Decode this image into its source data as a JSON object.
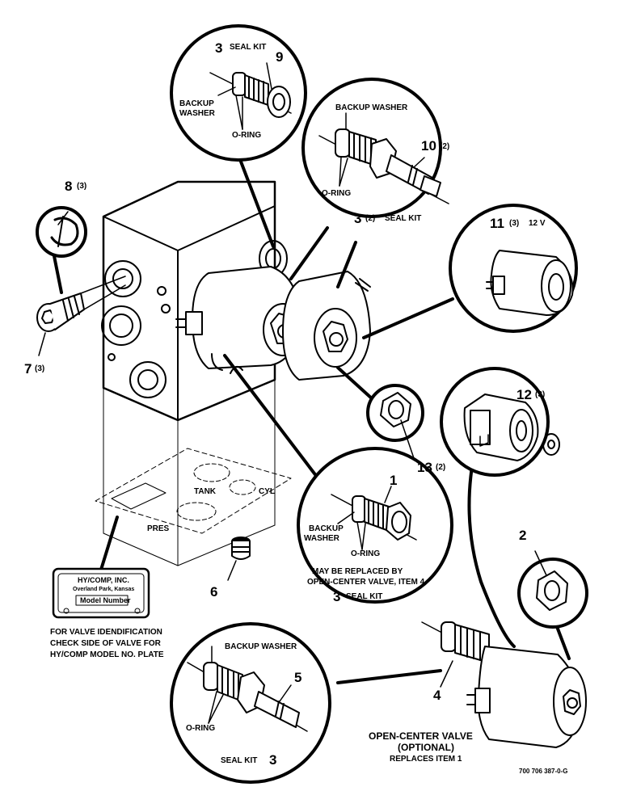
{
  "callouts": {
    "top_seal": {
      "kit_num": "3",
      "kit_label": "SEAL KIT",
      "item": "9",
      "backup_washer_1": "BACKUP",
      "backup_washer_2": "WASHER",
      "o_ring": "O-RING"
    },
    "valve10": {
      "backup_washer": "BACKUP WASHER",
      "item": "10",
      "qty": "(2)",
      "o_ring": "O-RING",
      "kit_num": "3",
      "kit_qty": "(2)",
      "kit_label": "SEAL KIT"
    },
    "coil11": {
      "item": "11",
      "qty": "(3)",
      "voltage": "12 V"
    },
    "plug8": {
      "item": "8",
      "qty": "(3)"
    },
    "plug7": {
      "item": "7",
      "qty": "(3)"
    },
    "nut13": {
      "item": "13",
      "qty": "(2)"
    },
    "coil12": {
      "item": "12",
      "qty": "(3)"
    },
    "valve1": {
      "item": "1",
      "backup_washer_1": "BACKUP",
      "backup_washer_2": "WASHER",
      "o_ring": "O-RING",
      "note_1": "MAY BE REPLACED BY",
      "note_2": "OPEN-CENTER VALVE, ITEM 4",
      "kit_num": "3",
      "kit_label": "SEAL KIT"
    },
    "nut2": {
      "item": "2"
    },
    "plug6": {
      "item": "6"
    },
    "valve5": {
      "backup_washer": "BACKUP WASHER",
      "item": "5",
      "o_ring": "O-RING",
      "kit_label": "SEAL KIT",
      "kit_num": "3"
    },
    "valve4": {
      "item": "4",
      "title_1": "OPEN-CENTER VALVE",
      "title_2": "(OPTIONAL)",
      "title_3": "REPLACES ITEM 1"
    }
  },
  "ports": {
    "tank": "TANK",
    "cyl": "CYL",
    "pres": "PRES"
  },
  "nameplate": {
    "line1": "HY/COMP, INC.",
    "line2": "Overland Park, Kansas",
    "line3": "Model Number"
  },
  "valve_id_note": {
    "line1": "FOR VALVE IDENDIFICATION",
    "line2": "CHECK SIDE OF VALVE FOR",
    "line3": "HY/COMP MODEL NO. PLATE"
  },
  "drawing_number": "700 706 387-0-G"
}
